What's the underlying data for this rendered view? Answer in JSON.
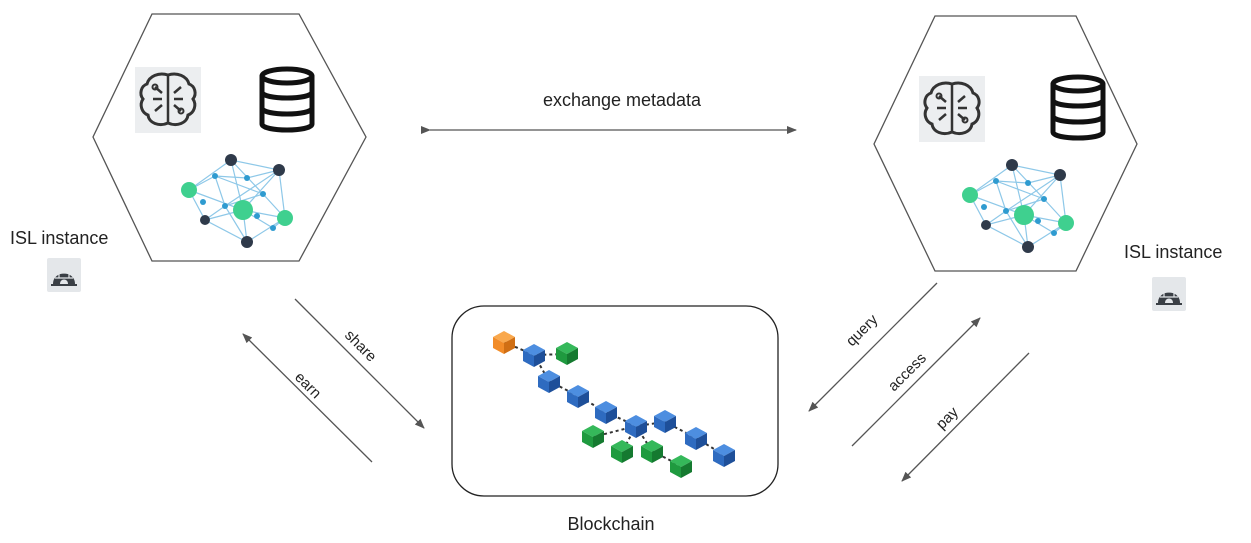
{
  "nodes": {
    "left_instance_label": "ISL instance",
    "right_instance_label": "ISL instance",
    "blockchain_label": "Blockchain"
  },
  "edges": {
    "exchange": "exchange metadata",
    "share": "share",
    "earn": "earn",
    "query": "query",
    "access": "access",
    "pay": "pay"
  },
  "icons": [
    "brain-circuit-icon",
    "database-icon",
    "network-graph-icon",
    "igloo-icon",
    "blockchain-blocks-icon"
  ],
  "colors": {
    "line": "#555555",
    "node_teal": "#3fd08f",
    "node_blue": "#2f9bd0",
    "node_dark": "#2f3a4a",
    "block_blue": "#2e6bc0",
    "block_green": "#1f9a3f",
    "block_orange": "#f28c28"
  }
}
